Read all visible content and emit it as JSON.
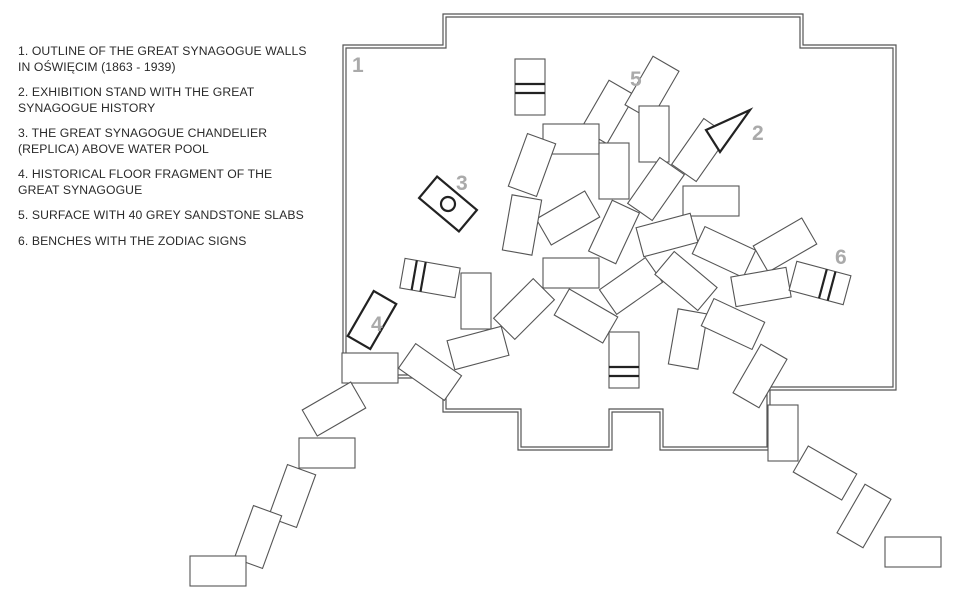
{
  "legend": {
    "items": [
      "1. OUTLINE OF THE GREAT SYNAGOGUE WALLS\nIN OŚWIĘCIM (1863 - 1939)",
      "2. EXHIBITION STAND WITH THE GREAT\nSYNAGOGUE HISTORY",
      "3. THE GREAT SYNAGOGUE CHANDELIER\n(REPLICA) ABOVE WATER POOL",
      "4. HISTORICAL FLOOR FRAGMENT OF THE\nGREAT SYNAGOGUE",
      "5. SURFACE WITH 40 GREY SANDSTONE SLABS",
      "6. BENCHES WITH THE ZODIAC SIGNS"
    ]
  },
  "markers": {
    "m1": "1",
    "m2": "2",
    "m3": "3",
    "m4": "4",
    "m5": "5",
    "m6": "6"
  }
}
